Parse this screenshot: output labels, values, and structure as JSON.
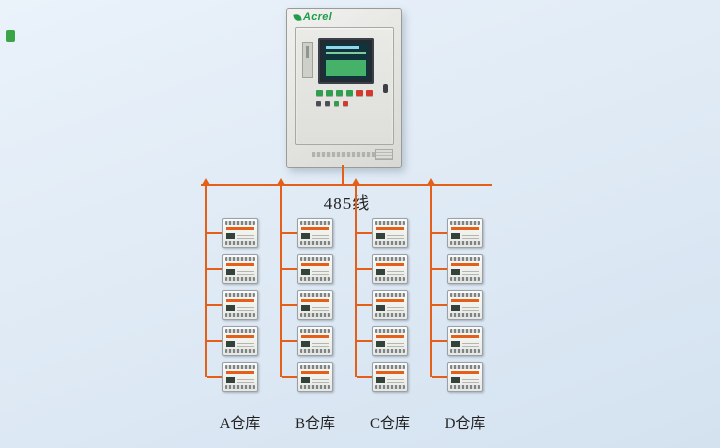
{
  "background": {
    "from": "#eaf2fa",
    "to": "#d4e2f0"
  },
  "wire_color": "#e45f17",
  "corner_mark_color": "#3aa546",
  "cabinet": {
    "brand": "Acrel",
    "brand_color": "#1f9d4d"
  },
  "bus": {
    "label": "485线"
  },
  "grid": {
    "rows": 5,
    "columns": 4
  },
  "warehouses": [
    {
      "label": "A仓库"
    },
    {
      "label": "B仓库"
    },
    {
      "label": "C仓库"
    },
    {
      "label": "D仓库"
    }
  ]
}
